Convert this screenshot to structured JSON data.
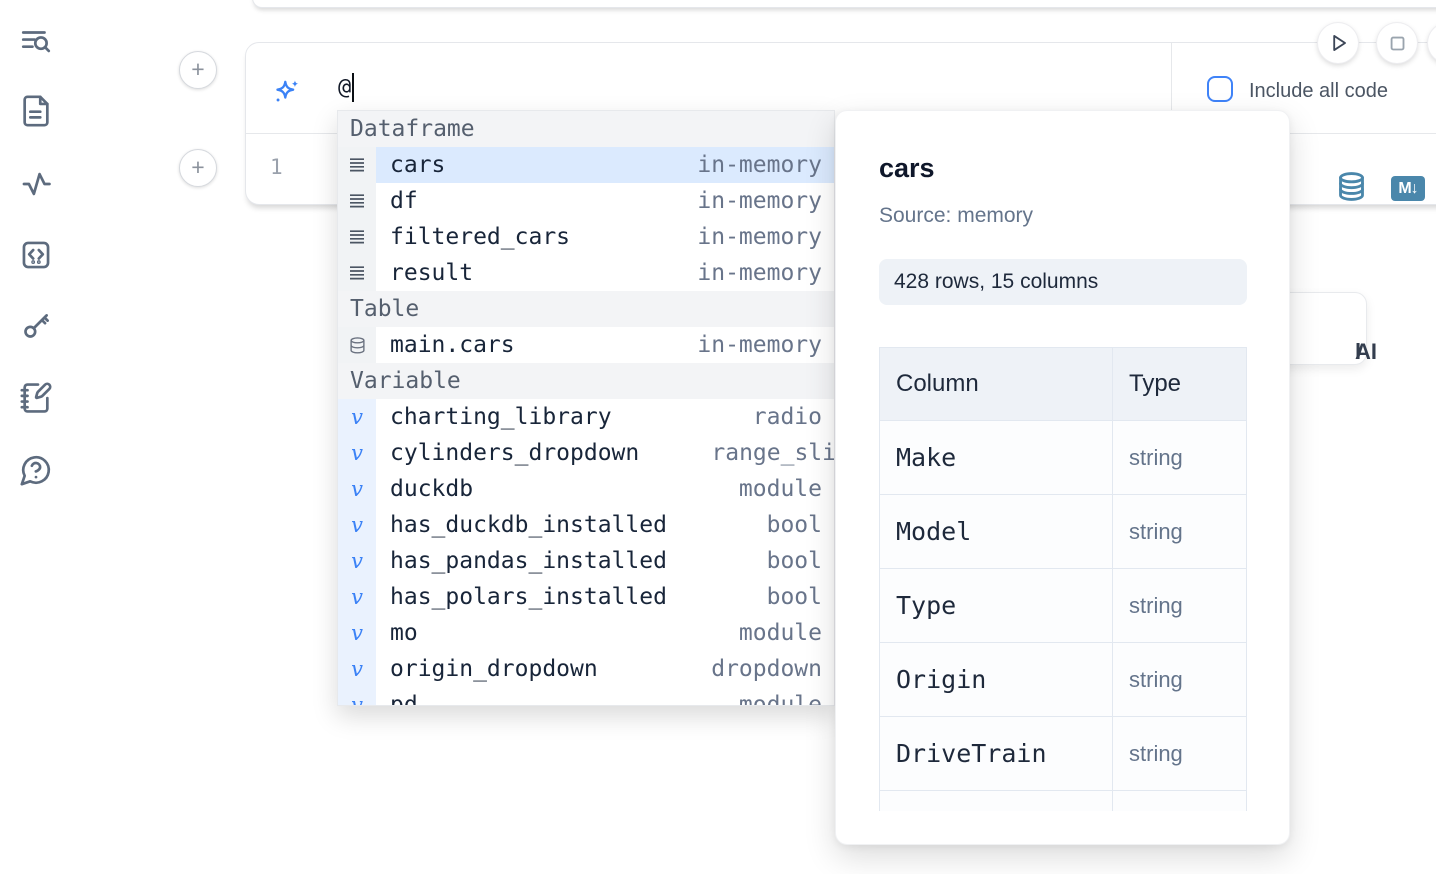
{
  "sidebar": {
    "icons": [
      {
        "name": "text-search-icon"
      },
      {
        "name": "file-text-icon"
      },
      {
        "name": "activity-icon"
      },
      {
        "name": "code-square-icon"
      },
      {
        "name": "key-icon"
      },
      {
        "name": "notebook-pen-icon"
      },
      {
        "name": "help-bubble-icon"
      }
    ]
  },
  "run_controls": {
    "icons": [
      "play-icon",
      "stop-icon",
      "partial-button"
    ]
  },
  "ai_panel": {
    "prompt_value": "@",
    "include_all_code_label": "Include all code",
    "checkbox_checked": false
  },
  "cell": {
    "line_number": "1",
    "markdown_badge": "M↓",
    "right_icons": [
      "database-icon",
      "markdown-icon"
    ]
  },
  "completion_menu": {
    "sections": [
      {
        "label": "Dataframe",
        "icon": "rows-icon",
        "gutter": "gray",
        "items": [
          {
            "name": "cars",
            "type": "in-memory",
            "selected": true
          },
          {
            "name": "df",
            "type": "in-memory"
          },
          {
            "name": "filtered_cars",
            "type": "in-memory"
          },
          {
            "name": "result",
            "type": "in-memory"
          }
        ]
      },
      {
        "label": "Table",
        "icon": "database-small-icon",
        "gutter": "gray",
        "items": [
          {
            "name": "main.cars",
            "type": "in-memory"
          }
        ]
      },
      {
        "label": "Variable",
        "icon": "variable-icon",
        "gutter": "blue",
        "items": [
          {
            "name": "charting_library",
            "type": "radio"
          },
          {
            "name": "cylinders_dropdown",
            "type": "range_sli",
            "clip": true
          },
          {
            "name": "duckdb",
            "type": "module"
          },
          {
            "name": "has_duckdb_installed",
            "type": "bool"
          },
          {
            "name": "has_pandas_installed",
            "type": "bool"
          },
          {
            "name": "has_polars_installed",
            "type": "bool"
          },
          {
            "name": "mo",
            "type": "module"
          },
          {
            "name": "origin_dropdown",
            "type": "dropdown"
          },
          {
            "name": "pd",
            "type": "module",
            "partial": true
          }
        ]
      }
    ]
  },
  "preview_panel": {
    "title": "cars",
    "source": "Source: memory",
    "shape": "428 rows, 15 columns",
    "table": {
      "headers": [
        "Column",
        "Type"
      ],
      "rows": [
        [
          "Make",
          "string"
        ],
        [
          "Model",
          "string"
        ],
        [
          "Type",
          "string"
        ],
        [
          "Origin",
          "string"
        ],
        [
          "DriveTrain",
          "string"
        ]
      ],
      "partial_row": true
    }
  },
  "ai_card": {
    "clipped_prefix": "l",
    "label": "AI"
  },
  "colors": {
    "accent_blue": "#3f83f8",
    "cell_icon_blue": "#4a87ab",
    "selection_blue": "#dbeafe",
    "icon_slate": "#5d6b7e"
  }
}
